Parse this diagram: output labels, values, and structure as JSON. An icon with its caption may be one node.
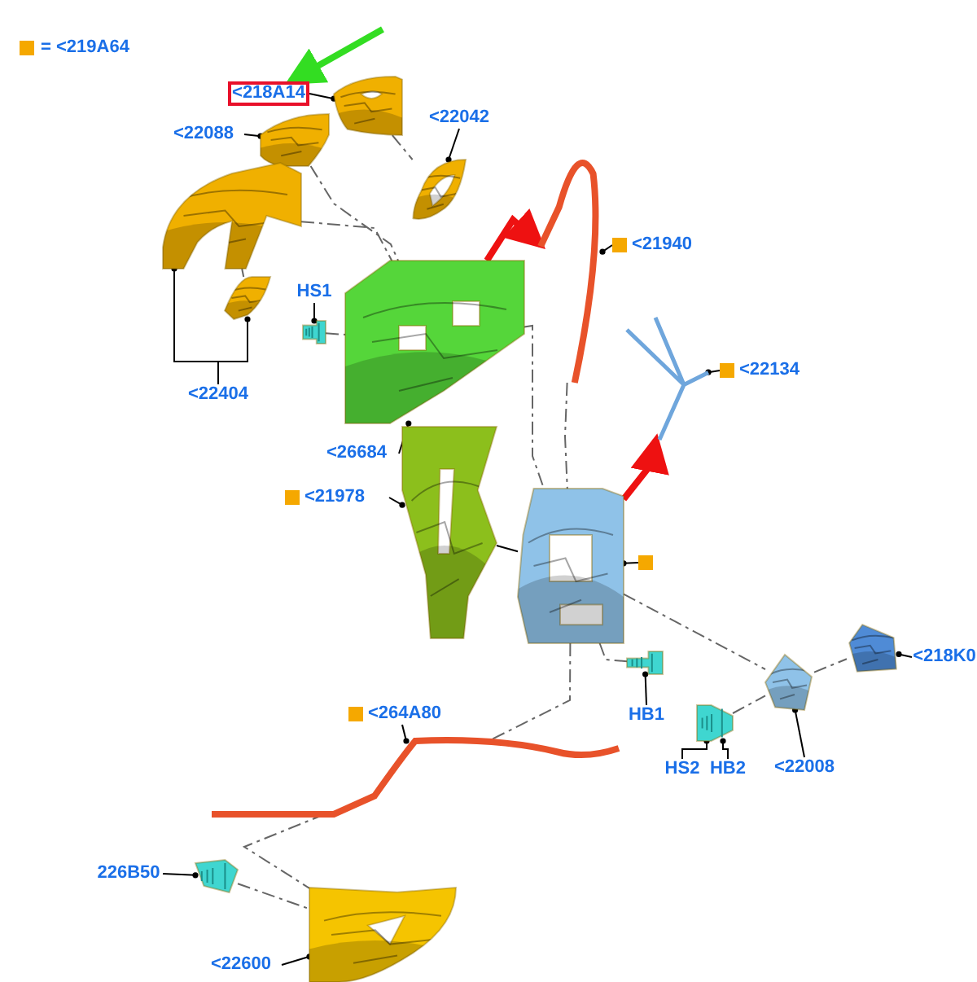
{
  "diagram": {
    "nodes": [
      {
        "text": [
          "<218A14"
        ]
      },
      {
        "text": [],
        "shape": "picture"
      },
      {
        "text": [
          "<22088"
        ]
      },
      {
        "text": [],
        "shape": "picture"
      },
      {
        "text": [
          "<22042"
        ]
      },
      {
        "text": [],
        "shape": "picture"
      },
      {
        "text": [
          "<22404"
        ]
      },
      {
        "text": [],
        "shape": "picture"
      },
      {
        "text": [],
        "shape": "picture"
      },
      {
        "text": [
          "HS1"
        ]
      },
      {
        "text": [],
        "shape": "picture"
      },
      {
        "text": [
          "<21940"
        ]
      },
      {
        "text": [],
        "shape": "picture"
      },
      {
        "text": [
          "<22134"
        ]
      },
      {
        "text": [],
        "shape": "picture"
      },
      {
        "text": [
          "<26684"
        ]
      },
      {
        "text": [],
        "shape": "picture"
      },
      {
        "text": [
          "<21978"
        ]
      },
      {
        "text": [],
        "shape": "picture"
      },
      {
        "text": [],
        "shape": "box"
      },
      {
        "text": [],
        "shape": "picture"
      },
      {
        "text": [
          "<218K0"
        ]
      },
      {
        "text": [],
        "shape": "picture"
      },
      {
        "text": [
          "HB1"
        ]
      },
      {
        "text": [],
        "shape": "picture"
      },
      {
        "text": [
          "HS2"
        ]
      },
      {
        "text": [
          "HB2"
        ]
      },
      {
        "text": [],
        "shape": "picture"
      },
      {
        "text": [
          "<22008"
        ]
      },
      {
        "text": [],
        "shape": "picture"
      },
      {
        "text": [
          "<264A80"
        ]
      },
      {
        "text": [],
        "shape": "picture"
      },
      {
        "text": [
          "226B50"
        ]
      },
      {
        "text": [],
        "shape": "picture"
      },
      {
        "text": [
          "<22600"
        ]
      },
      {
        "text": [],
        "shape": "picture"
      }
    ],
    "edges": [
      {
        "from": null,
        "to": 0,
        "arrow": "to",
        "style": "thick",
        "color": "#33dd22"
      },
      {
        "from": 0,
        "to": 1,
        "arrow": "other"
      },
      {
        "from": 2,
        "to": 3,
        "arrow": "other"
      },
      {
        "from": 4,
        "to": 5,
        "arrow": "other"
      },
      {
        "from": 6,
        "to": 7,
        "arrow": "other"
      },
      {
        "from": 6,
        "to": 8,
        "arrow": "other"
      },
      {
        "from": 9,
        "to": 10,
        "arrow": "other"
      },
      {
        "from": 11,
        "to": 12,
        "arrow": "other"
      },
      {
        "from": 13,
        "to": 14,
        "arrow": "other"
      },
      {
        "from": 15,
        "to": 16,
        "arrow": "other"
      },
      {
        "from": 17,
        "to": 18,
        "arrow": "other"
      },
      {
        "from": 19,
        "to": 20,
        "arrow": "other"
      },
      {
        "from": 21,
        "to": 22,
        "arrow": "other"
      },
      {
        "from": 23,
        "to": 24,
        "arrow": "other"
      },
      {
        "from": 25,
        "to": 27,
        "arrow": "other"
      },
      {
        "from": 26,
        "to": 27,
        "arrow": "other"
      },
      {
        "from": 28,
        "to": 29,
        "arrow": "other"
      },
      {
        "from": 30,
        "to": 31,
        "arrow": "other"
      },
      {
        "from": 32,
        "to": 33,
        "arrow": "other"
      },
      {
        "from": 34,
        "to": 35,
        "arrow": "other"
      },
      {
        "from": 1,
        "to": 5,
        "arrow": "none",
        "style": "dashed",
        "color": "#666666"
      },
      {
        "from": 3,
        "to": 16,
        "arrow": "none",
        "style": "dashed",
        "color": "#666666"
      },
      {
        "from": 7,
        "to": 16,
        "arrow": "none",
        "style": "dashed",
        "color": "#666666"
      },
      {
        "from": 8,
        "to": 7,
        "arrow": "none",
        "style": "dashed",
        "color": "#666666"
      },
      {
        "from": 10,
        "to": 16,
        "arrow": "none",
        "style": "dashed",
        "color": "#666666"
      },
      {
        "from": 12,
        "to": 20,
        "arrow": "none",
        "style": "dashed",
        "color": "#666666"
      },
      {
        "from": 16,
        "to": 20,
        "arrow": "none",
        "style": "dashed",
        "color": "#666666"
      },
      {
        "from": 18,
        "to": 20,
        "arrow": "none"
      },
      {
        "from": 20,
        "to": 29,
        "arrow": "none",
        "style": "dashed",
        "color": "#666666"
      },
      {
        "from": 29,
        "to": 22,
        "arrow": "none",
        "style": "dashed",
        "color": "#666666"
      },
      {
        "from": 27,
        "to": 29,
        "arrow": "none",
        "style": "dashed",
        "color": "#666666"
      },
      {
        "from": 20,
        "to": 24,
        "arrow": "none",
        "style": "dashed",
        "color": "#666666"
      },
      {
        "from": 20,
        "to": 31,
        "arrow": "none",
        "style": "dashed",
        "color": "#666666"
      },
      {
        "from": 31,
        "to": 35,
        "arrow": "none",
        "style": "dashed",
        "color": "#666666"
      },
      {
        "from": 33,
        "to": 35,
        "arrow": "none",
        "style": "dashed",
        "color": "#666666"
      },
      {
        "from": 16,
        "to": 12,
        "arrow": "to",
        "style": "thick",
        "color": "#ee1111"
      },
      {
        "from": 20,
        "to": 14,
        "arrow": "to",
        "style": "thick",
        "color": "#ee1111"
      }
    ],
    "legend": [
      {
        "text": "= <219A64",
        "color": "#f5a800"
      }
    ]
  }
}
